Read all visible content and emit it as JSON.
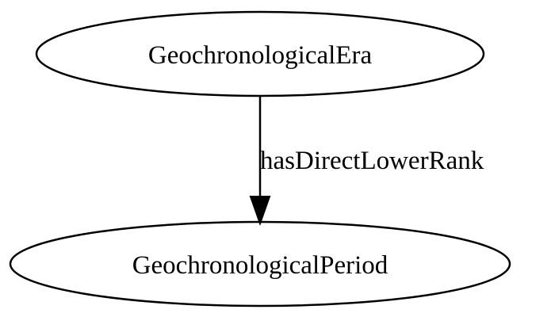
{
  "nodes": [
    {
      "id": "era",
      "label": "GeochronologicalEra"
    },
    {
      "id": "period",
      "label": "GeochronologicalPeriod"
    }
  ],
  "edges": [
    {
      "from": "era",
      "to": "period",
      "label": "hasDirectLowerRank"
    }
  ]
}
